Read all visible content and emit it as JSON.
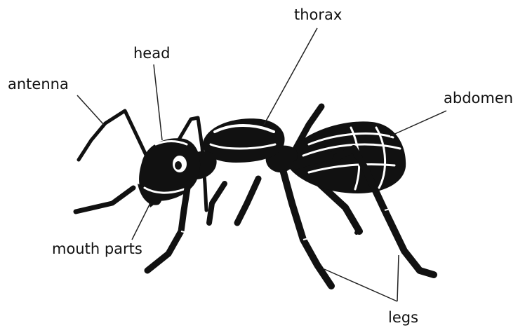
{
  "labels": {
    "thorax": "thorax",
    "head": "head",
    "antenna": "antenna",
    "abdomen": "abdomen",
    "mouth_parts": "mouth parts",
    "legs": "legs"
  },
  "colors": {
    "body": "#111111",
    "highlight": "#ffffff",
    "leader_line": "#222222",
    "background": "#ffffff"
  }
}
